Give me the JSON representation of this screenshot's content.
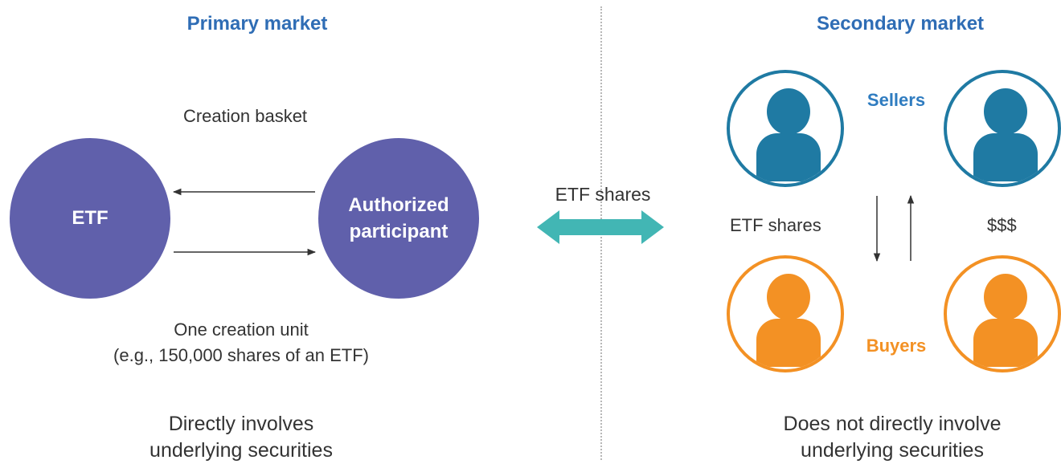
{
  "primary": {
    "heading": "Primary market",
    "creation_basket": "Creation basket",
    "etf_label": "ETF",
    "ap_label_line1": "Authorized",
    "ap_label_line2": "participant",
    "unit_line1": "One creation unit",
    "unit_line2": "(e.g., 150,000 shares of an ETF)",
    "footer_line1": "Directly involves",
    "footer_line2": "underlying securities"
  },
  "middle": {
    "label": "ETF shares"
  },
  "secondary": {
    "heading": "Secondary market",
    "sellers": "Sellers",
    "buyers": "Buyers",
    "left_flow": "ETF shares",
    "right_flow": "$$$",
    "footer_line1": "Does not directly involve",
    "footer_line2": "underlying securities"
  },
  "colors": {
    "heading": "#2f6db5",
    "purple": "#6060ab",
    "teal_arrow": "#42b6b4",
    "seller_blue": "#1f7aa3",
    "buyer_orange": "#f39124",
    "sellers_text": "#2f7cc0"
  },
  "icons": [
    "seller-person-icon",
    "buyer-person-icon",
    "double-arrow-icon",
    "arrow-icon"
  ]
}
